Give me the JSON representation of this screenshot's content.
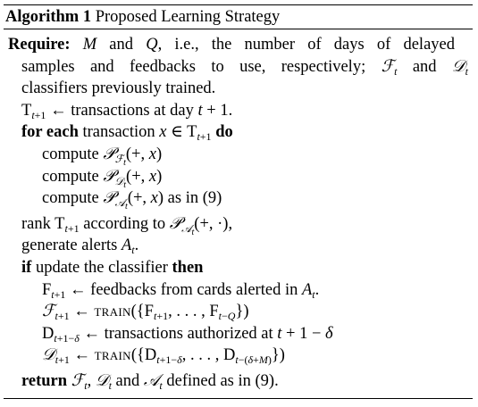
{
  "caption": {
    "label": "Algorithm 1",
    "title": "Proposed Learning Strategy"
  },
  "require": {
    "keyword": "Require:",
    "text_line1": " M and Q, i.e., the number of days of delayed",
    "text_line2": "samples and feedbacks to use, respectively; Ft and Dt",
    "text_line3": "classifiers previously trained."
  },
  "lines": {
    "l1": "T t+1 ← transactions at day t + 1.",
    "l2_kw1": "for each",
    "l2_text": "transaction x ∈ T t+1",
    "l2_kw2": "do",
    "l3": "compute P Ft (+, x)",
    "l4": "compute P Dt (+, x)",
    "l5": "compute P At (+, x) as in (9)",
    "l6": "rank T t+1 according to P At (+, ·),",
    "l7": "generate alerts At.",
    "l8_kw1": "if",
    "l8_text": "update the classifier",
    "l8_kw2": "then",
    "l9": "F t+1 ← feedbacks from cards alerted in At.",
    "l10": "F t+1 ← TRAIN({F t+1, . . . , F t−Q})",
    "l11": "D t+1−δ ← transactions authorized at t + 1 − δ",
    "l12": "D t+1 ← TRAIN({D t+1−δ, . . . , D t−(δ+M)})",
    "l13_kw": "return",
    "l13_text": "Ft, Dt and At defined as in (9)."
  }
}
